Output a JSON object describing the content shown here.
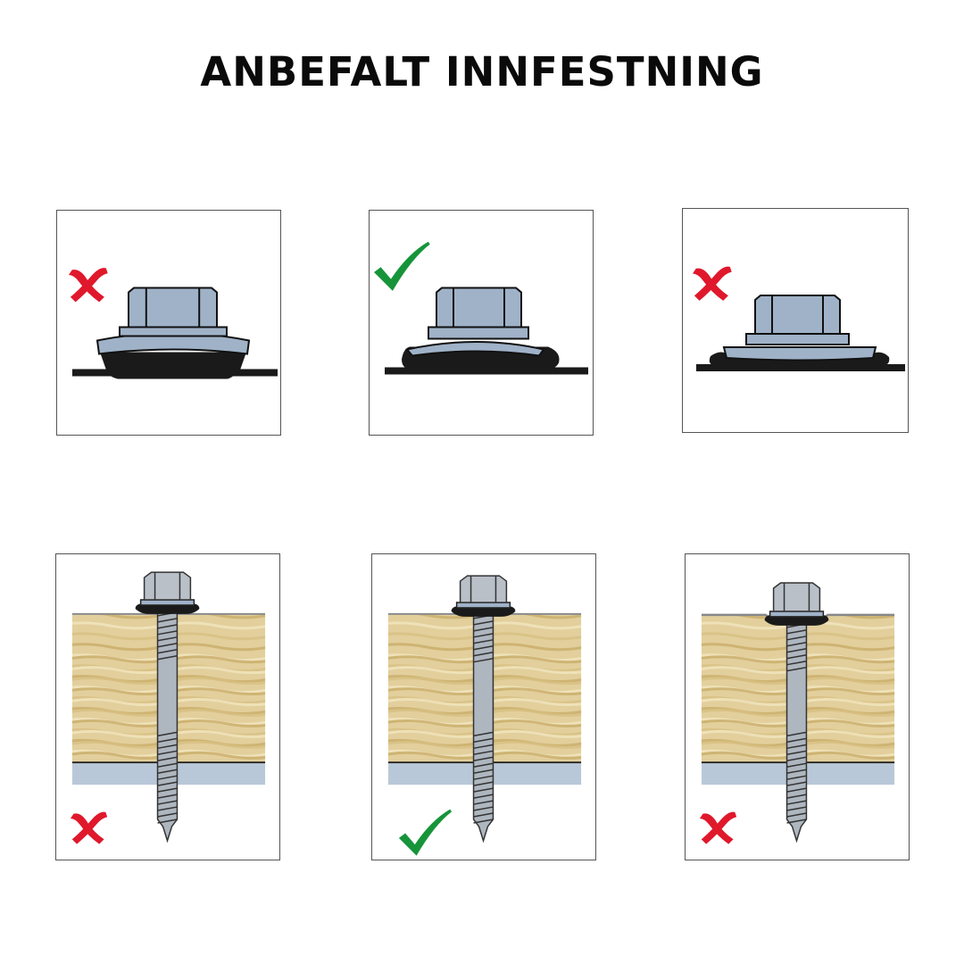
{
  "title": "ANBEFALT INNFESTNING",
  "colors": {
    "wrong": "#e0182c",
    "correct": "#17943a",
    "metal": "#9fb2c8",
    "rubber": "#1a1a1a",
    "insulation": "#e2cf9c",
    "steel_sheet": "#b9c8d8"
  },
  "washer_panels": [
    {
      "status": "wrong",
      "icon": "cross-icon"
    },
    {
      "status": "correct",
      "icon": "checkmark-icon"
    },
    {
      "status": "wrong",
      "icon": "cross-icon"
    }
  ],
  "screw_panels": [
    {
      "status": "wrong",
      "icon": "cross-icon"
    },
    {
      "status": "correct",
      "icon": "checkmark-icon"
    },
    {
      "status": "wrong",
      "icon": "cross-icon"
    }
  ]
}
